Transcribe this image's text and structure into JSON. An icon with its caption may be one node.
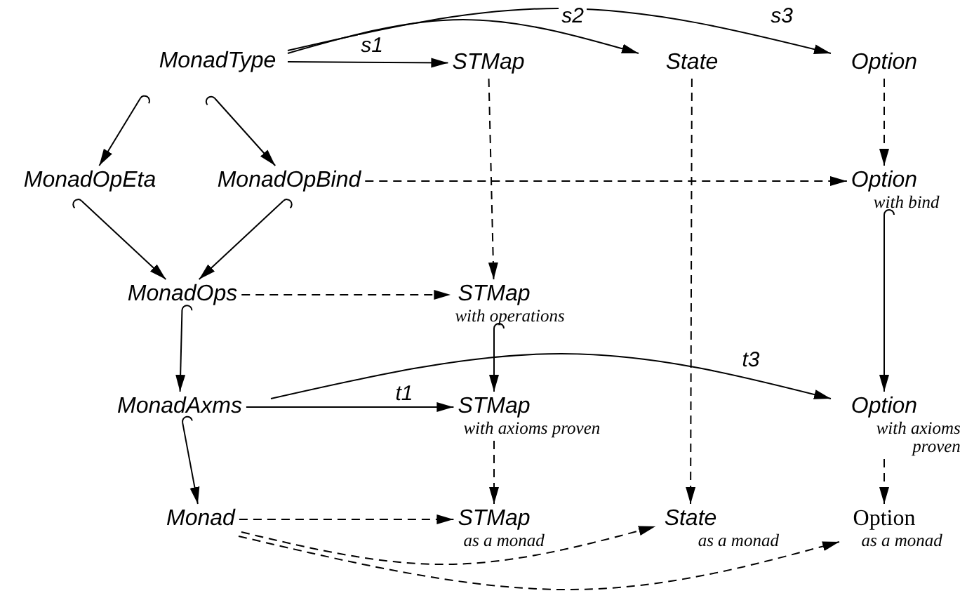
{
  "diagram": {
    "nodes": [
      {
        "text": [
          "MonadType"
        ]
      },
      {
        "text": [
          "STMap"
        ]
      },
      {
        "text": [
          "State"
        ]
      },
      {
        "text": [
          "Option"
        ]
      },
      {
        "text": [
          "MonadOpEta"
        ]
      },
      {
        "text": [
          "MonadOpBind"
        ]
      },
      {
        "text": [
          "Option",
          "with bind"
        ]
      },
      {
        "text": [
          "MonadOps"
        ]
      },
      {
        "text": [
          "STMap",
          "with operations"
        ]
      },
      {
        "text": [
          "MonadAxms"
        ]
      },
      {
        "text": [
          "STMap",
          "with axioms proven"
        ]
      },
      {
        "text": [
          "Option",
          "with axioms proven"
        ]
      },
      {
        "text": [
          "Monad"
        ]
      },
      {
        "text": [
          "STMap",
          "as a monad"
        ]
      },
      {
        "text": [
          "State",
          "as a monad"
        ]
      },
      {
        "text": [
          "Option",
          "as a monad"
        ]
      }
    ],
    "edges": [
      {
        "from": 0,
        "to": 1,
        "arrow": "to",
        "label": "s1"
      },
      {
        "from": 0,
        "to": 2,
        "arrow": "to",
        "label": "s2"
      },
      {
        "from": 0,
        "to": 3,
        "arrow": "to",
        "label": "s3"
      },
      {
        "from": 0,
        "to": 4,
        "arrow": "to"
      },
      {
        "from": 0,
        "to": 5,
        "arrow": "to"
      },
      {
        "from": 1,
        "to": 8,
        "arrow": "to",
        "style": "dashed"
      },
      {
        "from": 2,
        "to": 14,
        "arrow": "to",
        "style": "dashed"
      },
      {
        "from": 3,
        "to": 6,
        "arrow": "to",
        "style": "dashed"
      },
      {
        "from": 5,
        "to": 6,
        "arrow": "to",
        "style": "dashed"
      },
      {
        "from": 4,
        "to": 7,
        "arrow": "to"
      },
      {
        "from": 5,
        "to": 7,
        "arrow": "to"
      },
      {
        "from": 7,
        "to": 8,
        "arrow": "to",
        "style": "dashed"
      },
      {
        "from": 6,
        "to": 11,
        "arrow": "to"
      },
      {
        "from": 8,
        "to": 10,
        "arrow": "to"
      },
      {
        "from": 7,
        "to": 9,
        "arrow": "to"
      },
      {
        "from": 9,
        "to": 10,
        "arrow": "to",
        "label": "t1"
      },
      {
        "from": 9,
        "to": 11,
        "arrow": "to",
        "label": "t3"
      },
      {
        "from": 10,
        "to": 13,
        "arrow": "to",
        "style": "dashed"
      },
      {
        "from": 11,
        "to": 15,
        "arrow": "to",
        "style": "dashed"
      },
      {
        "from": 9,
        "to": 12,
        "arrow": "to"
      },
      {
        "from": 12,
        "to": 13,
        "arrow": "to",
        "style": "dashed"
      },
      {
        "from": 12,
        "to": 14,
        "arrow": "to",
        "style": "dashed"
      },
      {
        "from": 12,
        "to": 15,
        "arrow": "to",
        "style": "dashed"
      }
    ]
  }
}
